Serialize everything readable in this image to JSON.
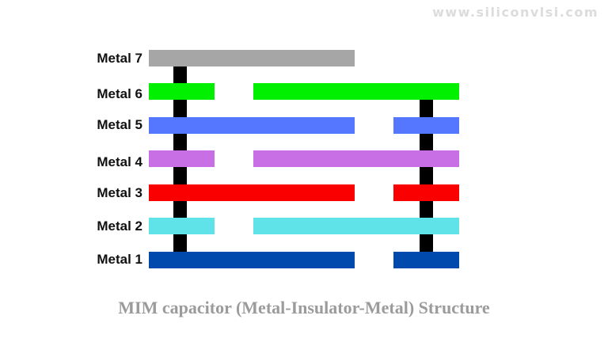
{
  "watermark": "www.siliconvlsi.com",
  "caption": "MIM capacitor (Metal-Insulator-Metal) Structure",
  "layers": [
    {
      "label": "Metal 7",
      "color": "#a6a6a6"
    },
    {
      "label": "Metal 6",
      "color": "#00f000"
    },
    {
      "label": "Metal 5",
      "color": "#5577ff"
    },
    {
      "label": "Metal 4",
      "color": "#c96fe6"
    },
    {
      "label": "Metal 3",
      "color": "#fa0000"
    },
    {
      "label": "Metal 2",
      "color": "#5fe3e8"
    },
    {
      "label": "Metal 1",
      "color": "#004aad"
    }
  ],
  "via_color": "#000000"
}
